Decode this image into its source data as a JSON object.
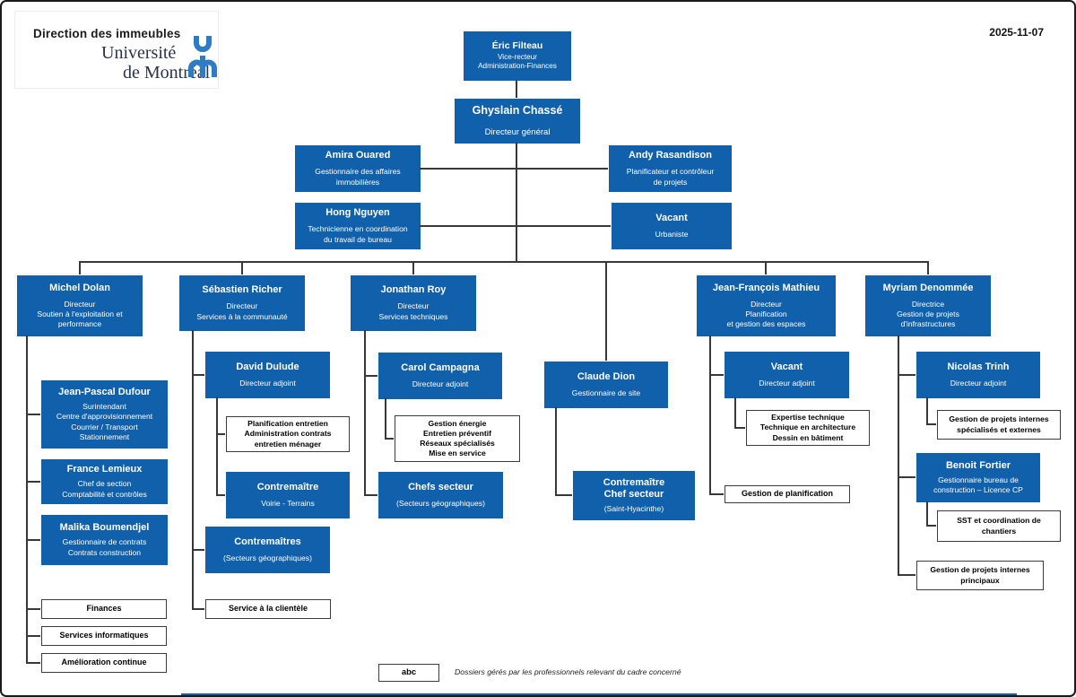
{
  "header": {
    "title": "Direction des immeubles",
    "date": "2025-11-07",
    "logo": {
      "line1": "Université",
      "line2": "de Montréal",
      "icon": "udem-logo-icon"
    }
  },
  "colors": {
    "node_blue": "#1160ab",
    "connector": "#383838",
    "logo_blue": "#2e7cc3"
  },
  "nodes": {
    "eric": {
      "name": "Éric Filteau",
      "role": "Vice-recteur\nAdministration-Finances"
    },
    "ghyslain": {
      "name": "Ghyslain Chassé",
      "role": "Directeur général"
    },
    "amira": {
      "name": "Amira Ouared",
      "role": "Gestionnaire des affaires\nimmobilières"
    },
    "andy": {
      "name": "Andy Rasandison",
      "role": "Planificateur et contrôleur\nde projets"
    },
    "hong": {
      "name": "Hong Nguyen",
      "role": "Technicienne en coordination\ndu travail de bureau"
    },
    "vacant_urbaniste": {
      "name": "Vacant",
      "role": "Urbaniste"
    },
    "dolan": {
      "name": "Michel Dolan",
      "role": "Directeur\nSoutien à l'exploitation et\nperformance"
    },
    "richer": {
      "name": "Sébastien Richer",
      "role": "Directeur\nServices à la communauté"
    },
    "roy": {
      "name": "Jonathan Roy",
      "role": "Directeur\nServices techniques"
    },
    "mathieu": {
      "name": "Jean-François Mathieu",
      "role": "Directeur\nPlanification\net gestion des espaces"
    },
    "denommee": {
      "name": "Myriam Denommée",
      "role": "Directrice\nGestion de projets\nd'infrastructures"
    },
    "dufour": {
      "name": "Jean-Pascal Dufour",
      "role": "Surintendant\nCentre d'approvisionnement\nCourrier / Transport\nStationnement"
    },
    "lemieux": {
      "name": "France Lemieux",
      "role": "Chef de section\nComptabilité et contrôles"
    },
    "boumendjel": {
      "name": "Malika Boumendjel",
      "role": "Gestionnaire de contrats\nContrats construction"
    },
    "dulude": {
      "name": "David Dulude",
      "role": "Directeur adjoint"
    },
    "contremaitre_voirie": {
      "name": "Contremaître",
      "role": "Voirie - Terrains"
    },
    "contremaitres_secteurs": {
      "name": "Contremaîtres",
      "role": "(Secteurs géographiques)"
    },
    "campagna": {
      "name": "Carol Campagna",
      "role": "Directeur adjoint"
    },
    "chefs_secteur": {
      "name": "Chefs secteur",
      "role": "(Secteurs géographiques)"
    },
    "dion": {
      "name": "Claude Dion",
      "role": "Gestionnaire de site"
    },
    "contremaitre_chef_secteur": {
      "name": "Contremaître\nChef secteur",
      "role": "(Saint-Hyacinthe)"
    },
    "vacant_adjoint": {
      "name": "Vacant",
      "role": "Directeur adjoint"
    },
    "trinh": {
      "name": "Nicolas Trinh",
      "role": "Directeur adjoint"
    },
    "fortier": {
      "name": "Benoit Fortier",
      "role": "Gestionnaire bureau de\nconstruction – Licence CP"
    }
  },
  "dossiers": {
    "planification_entretien": "Planification entretien\nAdministration contrats\nentretien ménager",
    "gestion_energie": "Gestion énergie\nEntretien préventif\nRéseaux spécialisés\nMise en service",
    "expertise_technique": "Expertise technique\nTechnique en architecture\nDessin en bâtiment",
    "gestion_planification": "Gestion de planification",
    "projets_internes_specialises": "Gestion de projets internes\nspécialisés et externes",
    "sst_chantiers": "SST et coordination de\nchantiers",
    "projets_internes_principaux": "Gestion de projets internes\nprincipaux",
    "finances": "Finances",
    "services_informatiques": "Services informatiques",
    "amelioration_continue": "Amélioration continue",
    "service_clientele": "Service à la clientèle"
  },
  "legend": {
    "sample": "abc",
    "text": "Dossiers gérés par les professionnels relevant du cadre concerné"
  }
}
